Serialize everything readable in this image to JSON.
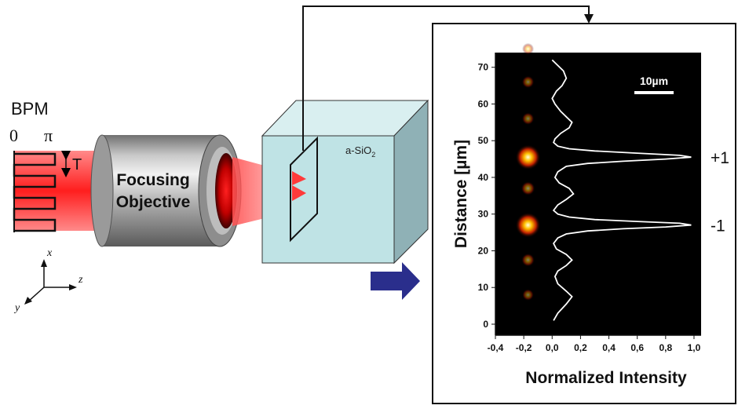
{
  "bpm": {
    "title": "BPM",
    "phase_zero": "0",
    "phase_pi": "π",
    "period": "T"
  },
  "objective": {
    "line1": "Focusing",
    "line2": "Objective"
  },
  "sample": {
    "material": "a-SiO",
    "material_sub": "2"
  },
  "axes": {
    "x": "x",
    "y": "y",
    "z": "z"
  },
  "colors": {
    "beam": "#ff3030",
    "cube_face": "#bfe3e5",
    "arrow": "#2a2e8c",
    "plot_bg": "#000000",
    "profile": "#ffffff"
  },
  "chart_data": {
    "type": "line",
    "title": "",
    "xlabel": "Normalized Intensity",
    "ylabel": "Distance [µm]",
    "xlim": [
      -0.4,
      1.05
    ],
    "ylim": [
      -3,
      74
    ],
    "x_ticks": [
      "-0,4",
      "-0,2",
      "0,0",
      "0,2",
      "0,4",
      "0,6",
      "0,8",
      "1,0"
    ],
    "x_tick_values": [
      -0.4,
      -0.2,
      0.0,
      0.2,
      0.4,
      0.6,
      0.8,
      1.0
    ],
    "y_ticks": [
      "0",
      "10",
      "20",
      "30",
      "40",
      "50",
      "60",
      "70"
    ],
    "y_tick_values": [
      0,
      10,
      20,
      30,
      40,
      50,
      60,
      70
    ],
    "scale_bar": "10µm",
    "order_labels": [
      {
        "text": "+1",
        "y": 45.5
      },
      {
        "text": "-1",
        "y": 27
      }
    ],
    "spots": [
      {
        "y": 75,
        "strength": 0.15
      },
      {
        "y": 66,
        "strength": 0.2
      },
      {
        "y": 56,
        "strength": 0.2
      },
      {
        "y": 45.5,
        "strength": 1.0
      },
      {
        "y": 37,
        "strength": 0.3
      },
      {
        "y": 27,
        "strength": 1.0
      },
      {
        "y": 17.5,
        "strength": 0.25
      },
      {
        "y": 8,
        "strength": 0.15
      }
    ],
    "series": [
      {
        "x": [
          0.0,
          0.04,
          0.08,
          0.1,
          0.07,
          0.03,
          0.0,
          0.02,
          0.06,
          0.1,
          0.14,
          0.12,
          0.06,
          0.02,
          0.01,
          0.04,
          0.12,
          0.3,
          0.6,
          0.9,
          0.98,
          0.8,
          0.5,
          0.25,
          0.1,
          0.04,
          0.02,
          0.05,
          0.12,
          0.15,
          0.1,
          0.04,
          0.01,
          0.04,
          0.12,
          0.3,
          0.6,
          0.9,
          0.98,
          0.8,
          0.5,
          0.25,
          0.1,
          0.04,
          0.01,
          0.03,
          0.1,
          0.14,
          0.1,
          0.04,
          0.02,
          0.04,
          0.1,
          0.14,
          0.1,
          0.04,
          0.01
        ],
        "y": [
          72,
          70.5,
          69,
          67,
          65,
          63.5,
          61.5,
          60,
          58,
          56.5,
          55,
          53.5,
          52,
          50.5,
          49.5,
          48.5,
          47.8,
          47.2,
          46.6,
          46,
          45.5,
          45,
          44.4,
          43.8,
          43,
          41.5,
          40,
          38.5,
          37,
          35.5,
          34,
          32.5,
          31,
          30,
          29.2,
          28.5,
          28,
          27.5,
          27,
          26.5,
          26,
          25.4,
          24.6,
          23.5,
          22,
          20.5,
          19,
          17.5,
          16,
          14.5,
          13,
          11,
          9,
          7.5,
          5.5,
          3,
          1
        ]
      }
    ]
  }
}
